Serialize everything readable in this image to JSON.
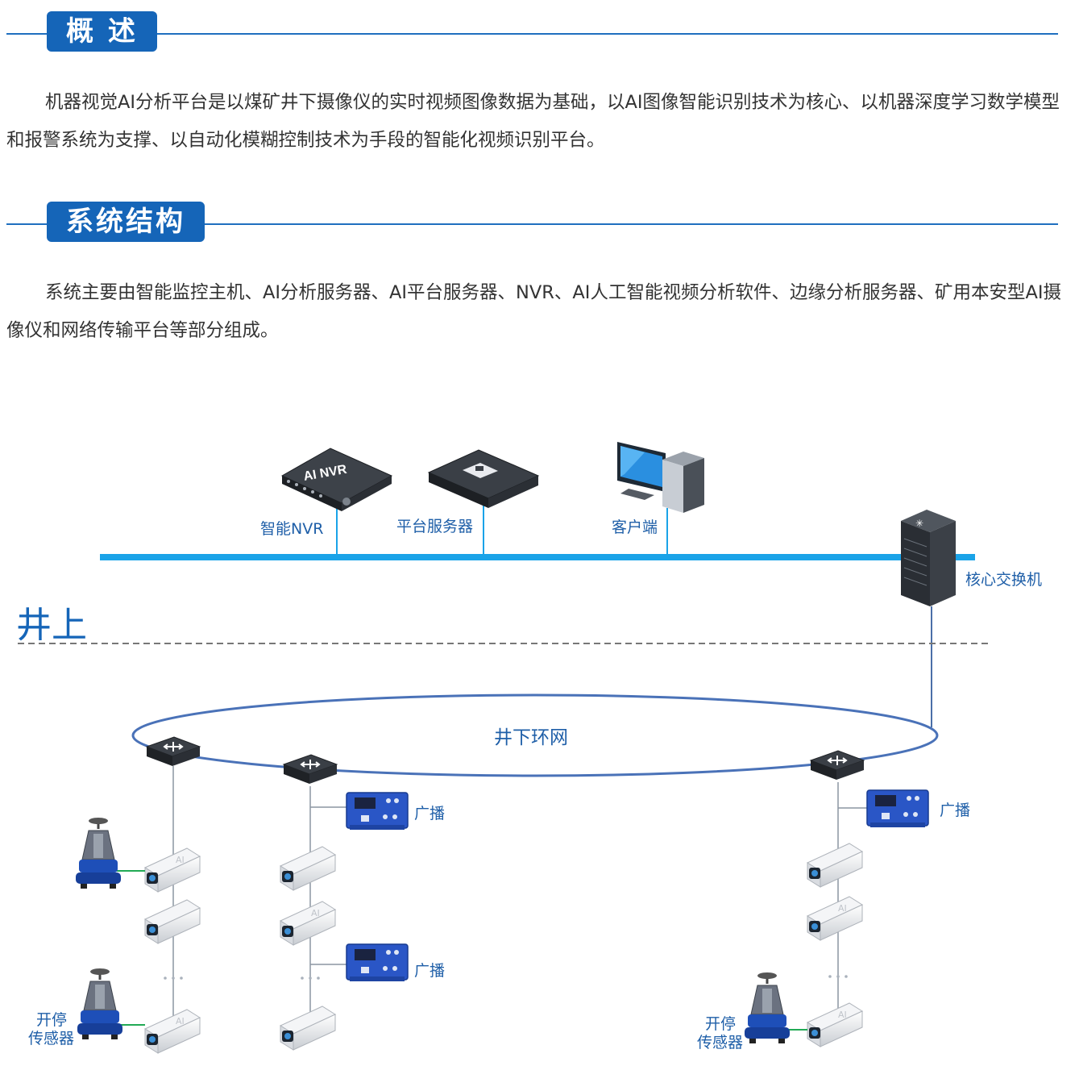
{
  "sections": {
    "overview": {
      "title": "概 述",
      "text": "机器视觉AI分析平台是以煤矿井下摄像仪的实时视频图像数据为基础，以AI图像智能识别技术为核心、以机器深度学习数学模型和报警系统为支撑、以自动化模糊控制技术为手段的智能化视频识别平台。"
    },
    "structure": {
      "title": "系统结构",
      "text": "系统主要由智能监控主机、AI分析服务器、AI平台服务器、NVR、AI人工智能视频分析软件、边缘分析服务器、矿用本安型AI摄像仪和网络传输平台等部分组成。"
    }
  },
  "diagram": {
    "nvr_label": "智能NVR",
    "nvr_device_text": "AI NVR",
    "server_label": "平台服务器",
    "client_label": "客户端",
    "core_switch_label": "核心交换机",
    "surface_label": "井上",
    "ring_label": "井下环网",
    "broadcast_label": "广播",
    "sensor_label_line1": "开停",
    "sensor_label_line2": "传感器",
    "camera_mark": "AI"
  },
  "colors": {
    "accent": "#1565b8",
    "backbone": "#1aa3e8",
    "label": "#1f5fa8",
    "broadcast_box": "#2a56c6",
    "sensor_link": "#22aa55"
  }
}
